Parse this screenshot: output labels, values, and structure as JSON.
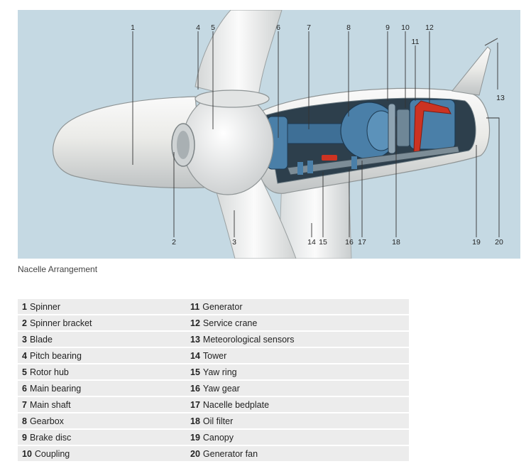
{
  "caption": "Nacelle Arrangement",
  "colors": {
    "background_sky": "#c5d9e3",
    "body_white": "#f2f2f0",
    "machinery_blue": "#4a7fa8",
    "crane_red": "#cc3322"
  },
  "callouts": [
    "1",
    "2",
    "3",
    "4",
    "5",
    "6",
    "7",
    "8",
    "9",
    "10",
    "11",
    "12",
    "13",
    "14",
    "15",
    "16",
    "17",
    "18",
    "19",
    "20"
  ],
  "parts": [
    {
      "num": "1",
      "name": "Spinner"
    },
    {
      "num": "2",
      "name": "Spinner bracket"
    },
    {
      "num": "3",
      "name": "Blade"
    },
    {
      "num": "4",
      "name": "Pitch bearing"
    },
    {
      "num": "5",
      "name": "Rotor hub"
    },
    {
      "num": "6",
      "name": "Main bearing"
    },
    {
      "num": "7",
      "name": "Main shaft"
    },
    {
      "num": "8",
      "name": "Gearbox"
    },
    {
      "num": "9",
      "name": "Brake disc"
    },
    {
      "num": "10",
      "name": "Coupling"
    },
    {
      "num": "11",
      "name": "Generator"
    },
    {
      "num": "12",
      "name": "Service crane"
    },
    {
      "num": "13",
      "name": "Meteorological sensors"
    },
    {
      "num": "14",
      "name": "Tower"
    },
    {
      "num": "15",
      "name": "Yaw ring"
    },
    {
      "num": "16",
      "name": "Yaw gear"
    },
    {
      "num": "17",
      "name": "Nacelle bedplate"
    },
    {
      "num": "18",
      "name": "Oil filter"
    },
    {
      "num": "19",
      "name": "Canopy"
    },
    {
      "num": "20",
      "name": "Generator fan"
    }
  ]
}
